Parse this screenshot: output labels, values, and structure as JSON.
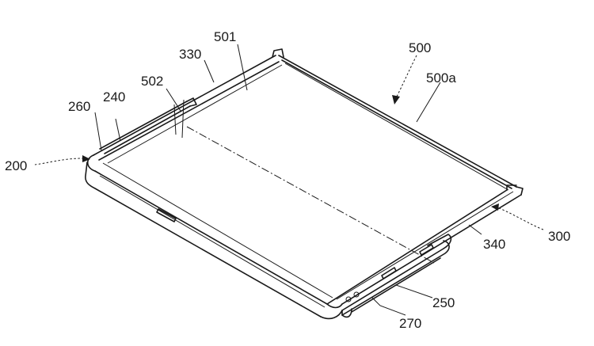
{
  "figure": {
    "labels": {
      "r200": "200",
      "r260": "260",
      "r240": "240",
      "r502": "502",
      "r330": "330",
      "r501": "501",
      "r500": "500",
      "r500a": "500a",
      "r300": "300",
      "r340": "340",
      "r250": "250",
      "r270": "270"
    }
  }
}
